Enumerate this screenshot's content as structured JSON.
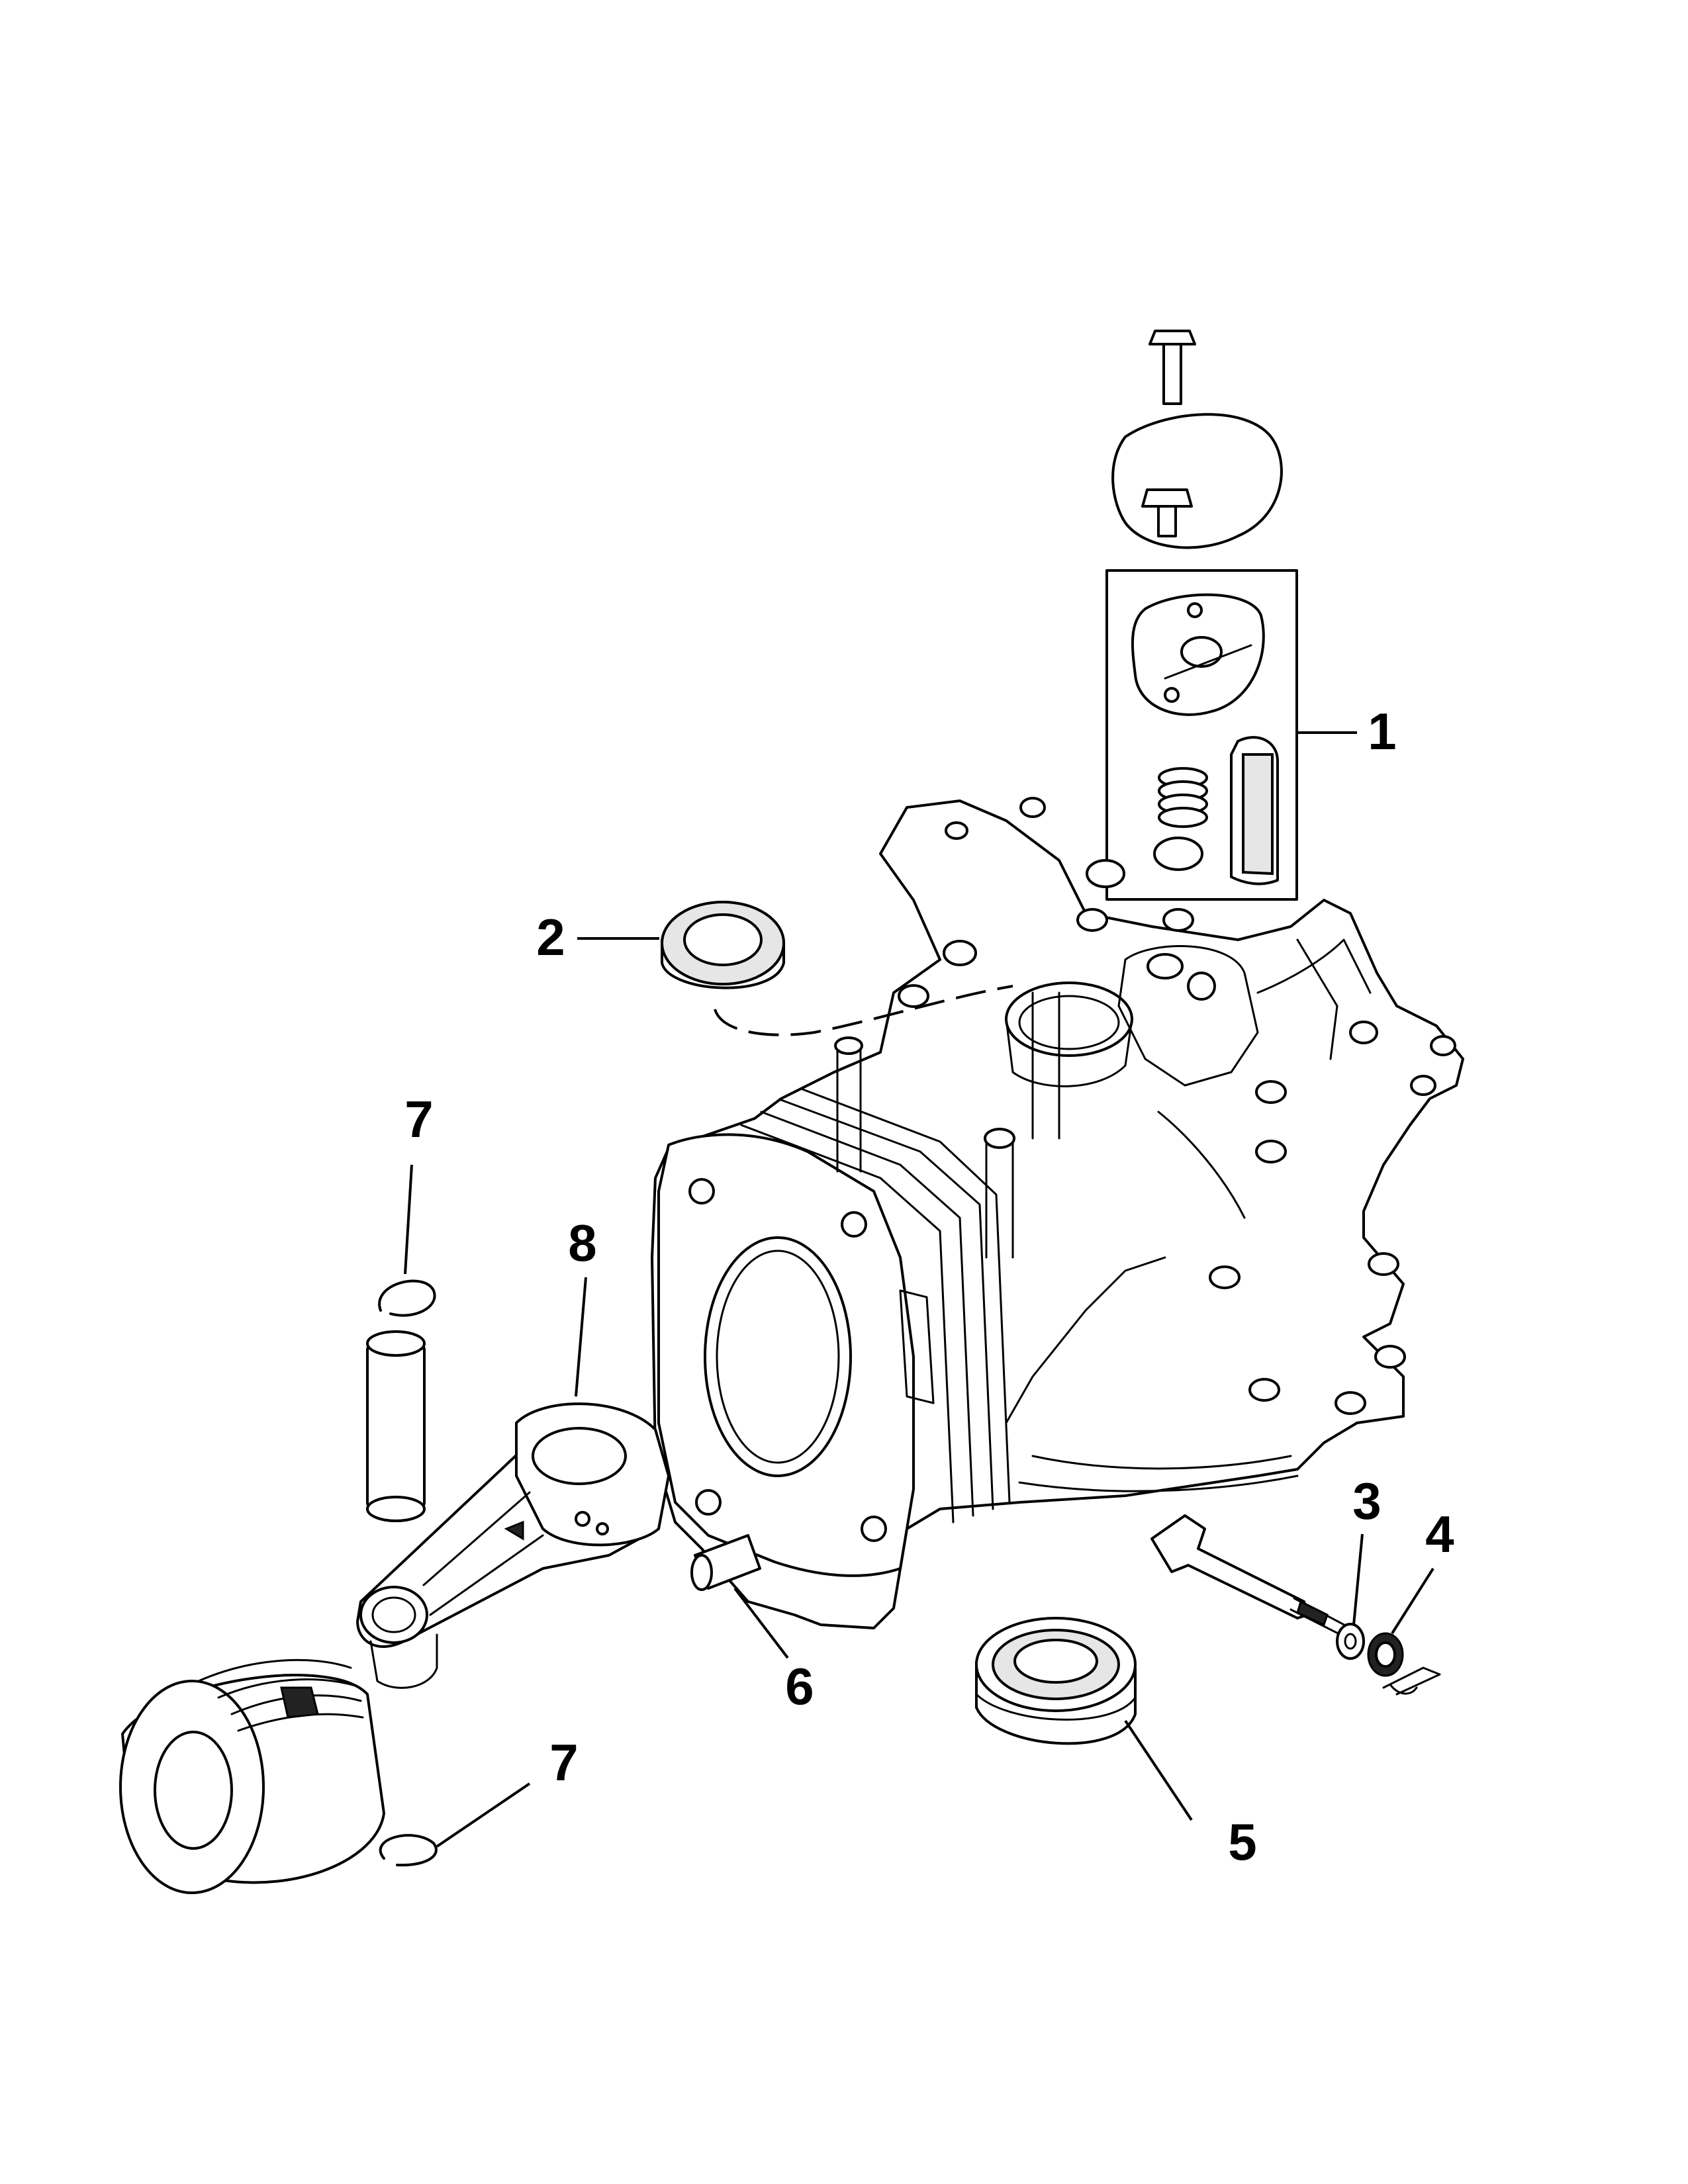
{
  "callouts": [
    {
      "id": "callout-1",
      "label": "1"
    },
    {
      "id": "callout-2",
      "label": "2"
    },
    {
      "id": "callout-3",
      "label": "3"
    },
    {
      "id": "callout-4",
      "label": "4"
    },
    {
      "id": "callout-5",
      "label": "5"
    },
    {
      "id": "callout-6",
      "label": "6"
    },
    {
      "id": "callout-7-top",
      "label": "7"
    },
    {
      "id": "callout-7-bottom",
      "label": "7"
    },
    {
      "id": "callout-8",
      "label": "8"
    }
  ]
}
